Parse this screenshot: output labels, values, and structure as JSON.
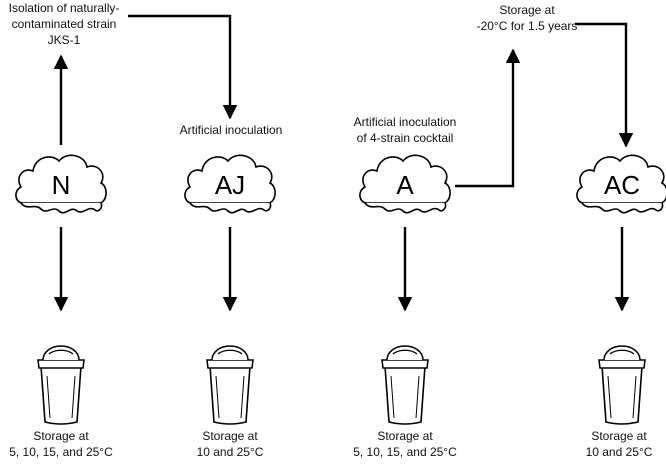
{
  "samples": [
    {
      "id": "N",
      "storage": [
        "Storage at",
        "5, 10, 15, and 25°C"
      ]
    },
    {
      "id": "AJ",
      "storage": [
        "Storage at",
        "10 and 25°C"
      ]
    },
    {
      "id": "A",
      "storage": [
        "Storage at",
        "5, 10, 15, and 25°C"
      ]
    },
    {
      "id": "AC",
      "storage": [
        "Storage at",
        "10 and 25°C"
      ]
    }
  ],
  "process_labels": {
    "isolation": [
      "Isolation of naturally-",
      "contaminated strain",
      "JKS-1"
    ],
    "artificial_inoculation": "Artificial inoculation",
    "cocktail": [
      "Artificial inoculation",
      "of 4-strain cocktail"
    ],
    "frozen_storage": [
      "Storage at",
      "-20°C for 1.5 years"
    ]
  },
  "icons": [
    "ice-cream-scoop-icon",
    "ice-cream-cup-icon"
  ],
  "colors": {
    "line": "#000000",
    "text": "#111111"
  }
}
